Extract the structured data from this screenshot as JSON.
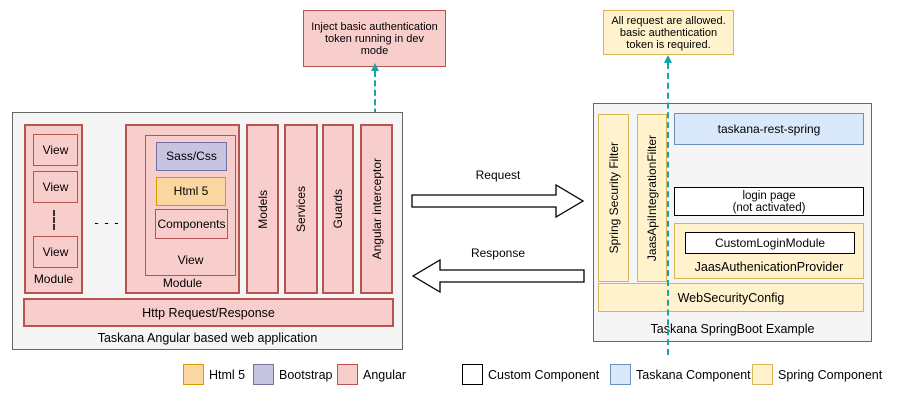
{
  "colors": {
    "angular_fill": "#F8CECC",
    "angular_stroke": "#B85450",
    "html5_fill": "#FAD7A1",
    "html5_stroke": "#D79B00",
    "bootstrap_fill": "#C7C4E1",
    "bootstrap_stroke": "#73719F",
    "taskana_fill": "#DAE8FC",
    "taskana_stroke": "#6C8EBF",
    "spring_fill": "#FFF2CC",
    "spring_stroke": "#D6B656",
    "custom_fill": "#FFFFFF",
    "custom_stroke": "#000000",
    "container_fill": "#F5F5F5",
    "container_stroke": "#666666",
    "dashed_line": "#17A2AC"
  },
  "annotations": {
    "dev_mode": "Inject basic authentication\ntoken running in dev\nmode",
    "request_allowed": "All request are allowed.\nbasic authentication\ntoken is required."
  },
  "left_app": {
    "title": "Taskana Angular based web application",
    "module1": {
      "label": "Module",
      "views": [
        "View",
        "View",
        "View"
      ]
    },
    "ellipsis": "- - -",
    "module2": {
      "label": "Module",
      "view_label": "View",
      "sass": "Sass/Css",
      "html": "Html 5",
      "components": "Components"
    },
    "bars": [
      "Models",
      "Services",
      "Guards",
      "Angular interceptor"
    ],
    "http_bar": "Http Request/Response"
  },
  "arrows": {
    "request": "Request",
    "response": "Response"
  },
  "right_app": {
    "title": "Taskana SpringBoot Example",
    "filters": [
      "Spring Security Filter",
      "JaasApiIntegrationFilter"
    ],
    "rest": "taskana-rest-spring",
    "login": "login page\n(not activated)",
    "custom_login": "CustomLoginModule",
    "jaas_provider": "JaasAuthenicationProvider",
    "web_security": "WebSecurityConfig"
  },
  "legend": [
    {
      "label": "Html 5"
    },
    {
      "label": "Bootstrap"
    },
    {
      "label": "Angular"
    },
    {
      "label": "Custom Component"
    },
    {
      "label": "Taskana Component"
    },
    {
      "label": "Spring Component"
    }
  ]
}
